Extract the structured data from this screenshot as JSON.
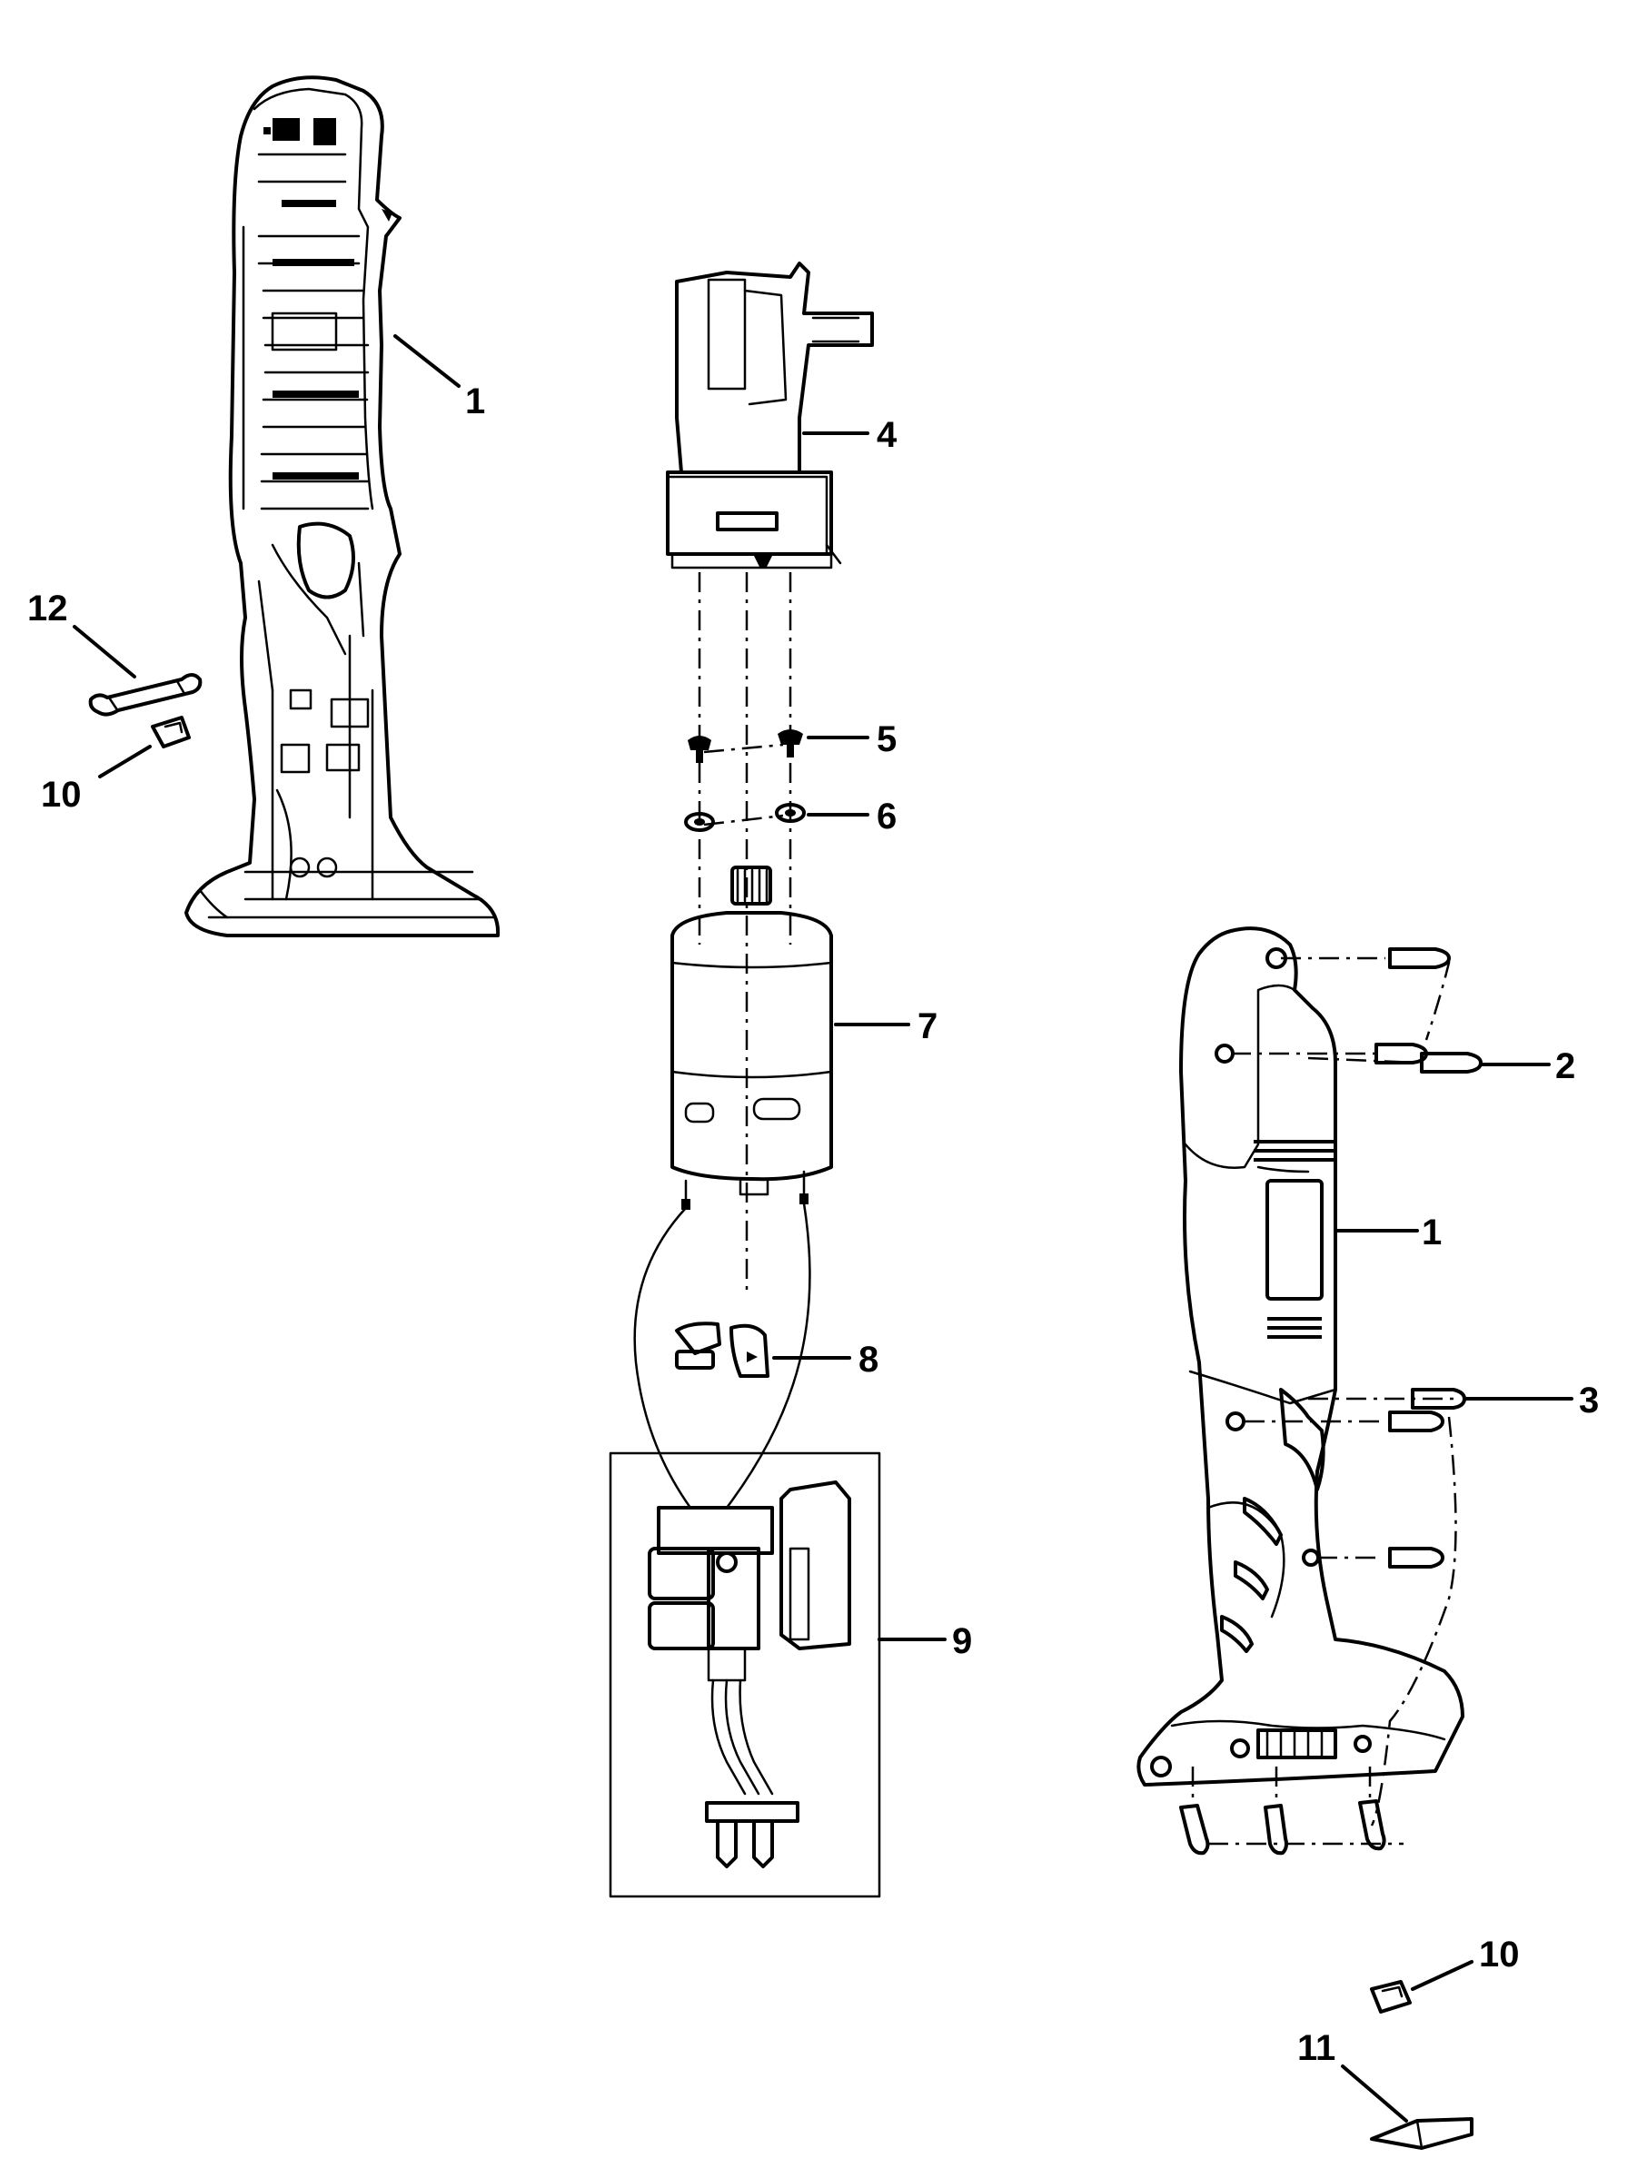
{
  "callouts": {
    "housing_left": "1",
    "screw_2": "2",
    "screw_3": "3",
    "gearbox": "4",
    "screw_5": "5",
    "washer_6": "6",
    "motor": "7",
    "switch_button": "8",
    "switch_module": "9",
    "clip_left": "10",
    "pin_12": "12",
    "housing_right": "1",
    "clip_right": "10",
    "bit_11": "11"
  }
}
